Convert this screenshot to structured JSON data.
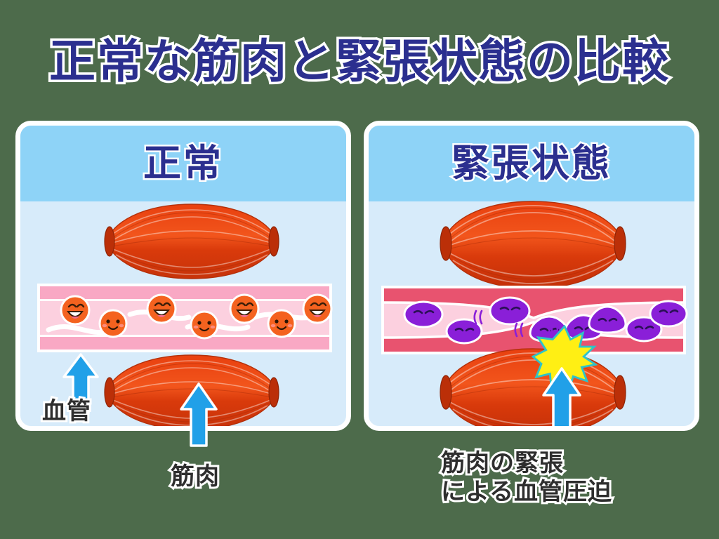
{
  "page": {
    "title": "正常な筋肉と緊張状態の比較",
    "background_color": "#4d6b4b",
    "title_color": "#2b2f8f",
    "title_outline_color": "#ffffff"
  },
  "panels": {
    "normal": {
      "header_label": "正常",
      "header_color": "#8ed3f7",
      "body_color": "#d7ebfa",
      "border_color": "#ffffff",
      "muscle_top_name": "normal-muscle-top",
      "muscle_bottom_name": "normal-muscle-bottom",
      "muscle_color": "#ec4517",
      "vessel": {
        "wall_color": "#f9a8c4",
        "lumen_color": "#fcd0df",
        "state": "open",
        "flow_line_color": "#ffffff"
      },
      "blood_cells": {
        "color": "#f4621f",
        "mood": "happy",
        "count": 7,
        "faces": [
          "big-smile",
          "small-smile",
          "big-smile",
          "small-smile",
          "big-smile",
          "small-smile",
          "big-smile"
        ]
      },
      "callouts": [
        {
          "id": "vessel-callout",
          "label": "血管",
          "arrow": "up",
          "arrow_color": "#21a0e8"
        },
        {
          "id": "muscle-callout",
          "label": "筋肉",
          "arrow": "up",
          "arrow_color": "#21a0e8"
        }
      ]
    },
    "tense": {
      "header_label": "緊張状態",
      "header_color": "#8ed3f7",
      "body_color": "#d7ebfa",
      "border_color": "#ffffff",
      "muscle_top_name": "tense-muscle-top",
      "muscle_bottom_name": "tense-muscle-bottom",
      "muscle_color": "#ec4517",
      "vessel": {
        "wall_color": "#e8536f",
        "lumen_color": "#fcd0df",
        "state": "compressed",
        "flow_line_color": "#ffffff"
      },
      "blood_cells": {
        "color": "#8a1fd8",
        "mood": "distressed",
        "count": 8,
        "faces": [
          "worried",
          "worried",
          "worried",
          "worried",
          "worried",
          "worried",
          "worried",
          "worried"
        ]
      },
      "impact": {
        "name": "compression-burst",
        "fill_color": "#ffef14",
        "outline_color": "#2ec3c9"
      },
      "callouts": [
        {
          "id": "compression-callout",
          "label_line1": "筋肉の緊張",
          "label_line2": "による血管圧迫",
          "arrow": "up",
          "arrow_color": "#21a0e8"
        }
      ]
    }
  },
  "caption_color": "#2e2e2e",
  "caption_outline_color": "#ffffff"
}
